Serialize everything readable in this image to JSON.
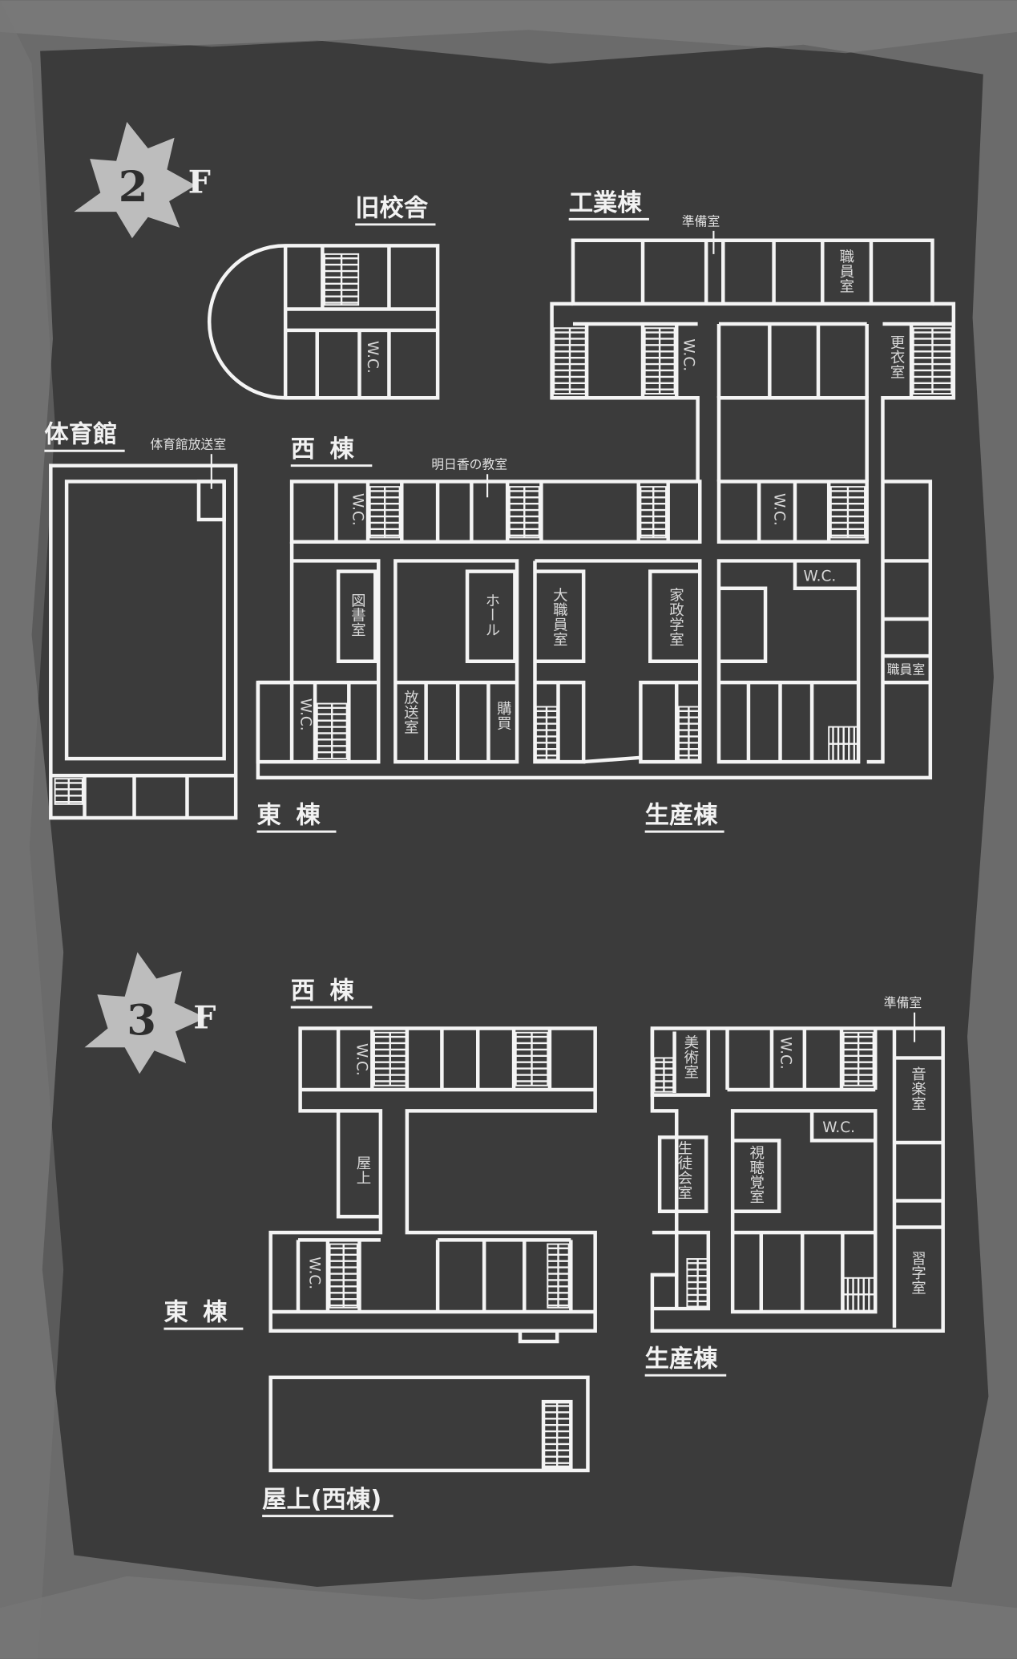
{
  "floor2": {
    "badge": "2",
    "suffix": "F",
    "buildings": {
      "old": "旧校舎",
      "industrial": "工業棟",
      "gym": "体育館",
      "west": "西棟",
      "east": "東棟",
      "production": "生産棟"
    },
    "rooms": {
      "prep": "準備室",
      "staff": "職員室",
      "locker": "更衣室",
      "gym_broadcast": "体育館放送室",
      "asuka": "明日香の教室",
      "library": "図書室",
      "hall": "ホール",
      "big_staff": "大職員室",
      "home_ec": "家政学室",
      "staff2": "職員室",
      "broadcast": "放送室",
      "store": "購買",
      "wc": "W.C."
    }
  },
  "floor3": {
    "badge": "3",
    "suffix": "F",
    "buildings": {
      "west": "西棟",
      "east": "東棟",
      "production": "生産棟",
      "rooftop_west": "屋上(西棟)"
    },
    "rooms": {
      "prep": "準備室",
      "art": "美術室",
      "music": "音楽室",
      "student_council": "生徒会室",
      "av": "視聴覚室",
      "calligraphy": "習字室",
      "rooftop": "屋上",
      "wc": "W.C."
    }
  },
  "colors": {
    "background": "#3b3b3b",
    "border": "#6b6b6b",
    "lines": "#f4f4f4"
  }
}
